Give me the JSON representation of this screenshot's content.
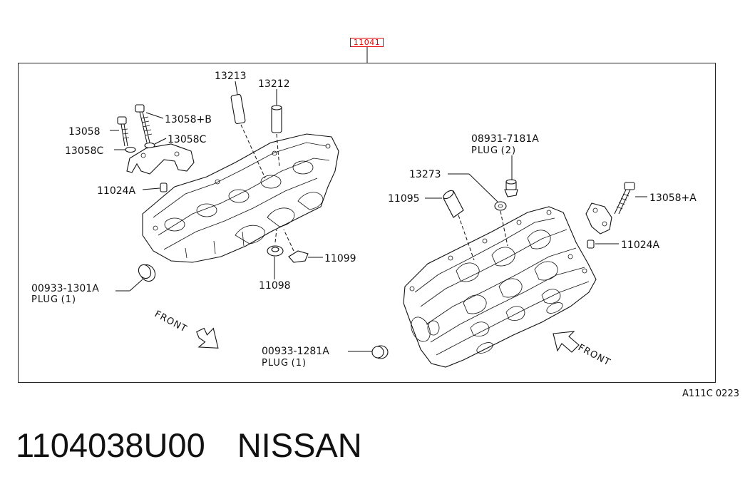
{
  "assembly_ref": "11041",
  "figure_code": "A111C 0223",
  "part_number": "1104038U00",
  "brand": "NISSAN",
  "labels": {
    "p13213": "13213",
    "p13212": "13212",
    "p13058b": "13058+B",
    "p13058": "13058",
    "p13058c_right": "13058C",
    "p13058c_left": "13058C",
    "p11024a_left": "11024A",
    "p11099": "11099",
    "p11098": "11098",
    "p00933_1301a": "00933-1301A",
    "plug1_left": "PLUG (1)",
    "front_left": "FRONT",
    "p08931_7181a": "08931-7181A",
    "plug2": "PLUG (2)",
    "p13273": "13273",
    "p11095": "11095",
    "p13058a": "13058+A",
    "p11024a_right": "11024A",
    "p00933_1281a": "00933-1281A",
    "plug1_right": "PLUG (1)",
    "front_right": "FRONT"
  },
  "colors": {
    "highlight": "#e00000",
    "line": "#111111"
  }
}
